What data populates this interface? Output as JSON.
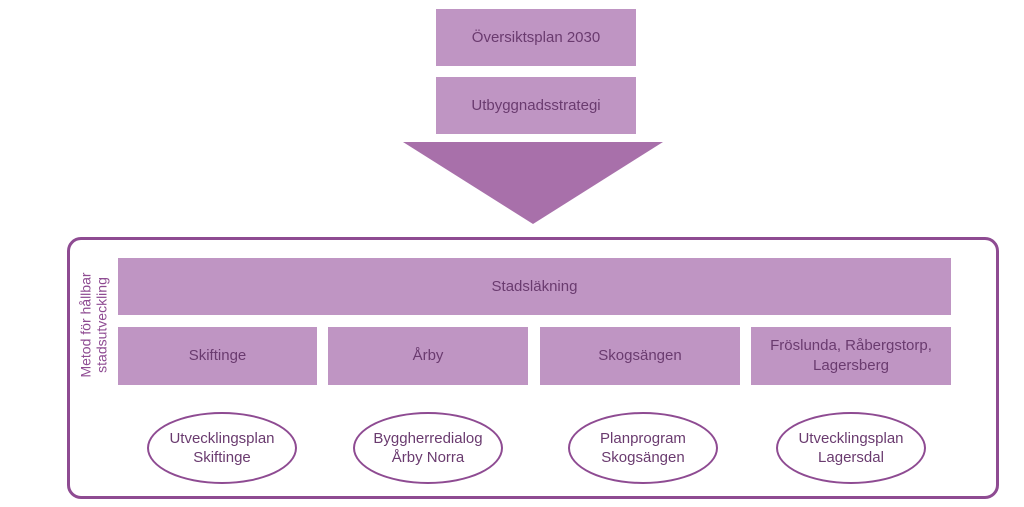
{
  "colors": {
    "box_fill": "#bf95c3",
    "arrow_fill": "#a870aa",
    "frame": "#8e4b92",
    "text": "#6a3b6f"
  },
  "top": {
    "plan": "Översiktsplan 2030",
    "strategy": "Utbyggnadsstrategi"
  },
  "method": {
    "label_line1": "Metod för hållbar",
    "label_line2": "stadsutveckling",
    "main": "Stadsläkning",
    "areas": [
      {
        "line1": "Skiftinge",
        "line2": ""
      },
      {
        "line1": "Årby",
        "line2": ""
      },
      {
        "line1": "Skogsängen",
        "line2": ""
      },
      {
        "line1": "Fröslunda, Råbergstorp,",
        "line2": "Lagersberg"
      }
    ],
    "plans": [
      {
        "line1": "Utvecklingsplan",
        "line2": "Skiftinge"
      },
      {
        "line1": "Byggherredialog",
        "line2": "Årby Norra"
      },
      {
        "line1": "Planprogram",
        "line2": "Skogsängen"
      },
      {
        "line1": "Utvecklingsplan",
        "line2": "Lagersdal"
      }
    ]
  }
}
